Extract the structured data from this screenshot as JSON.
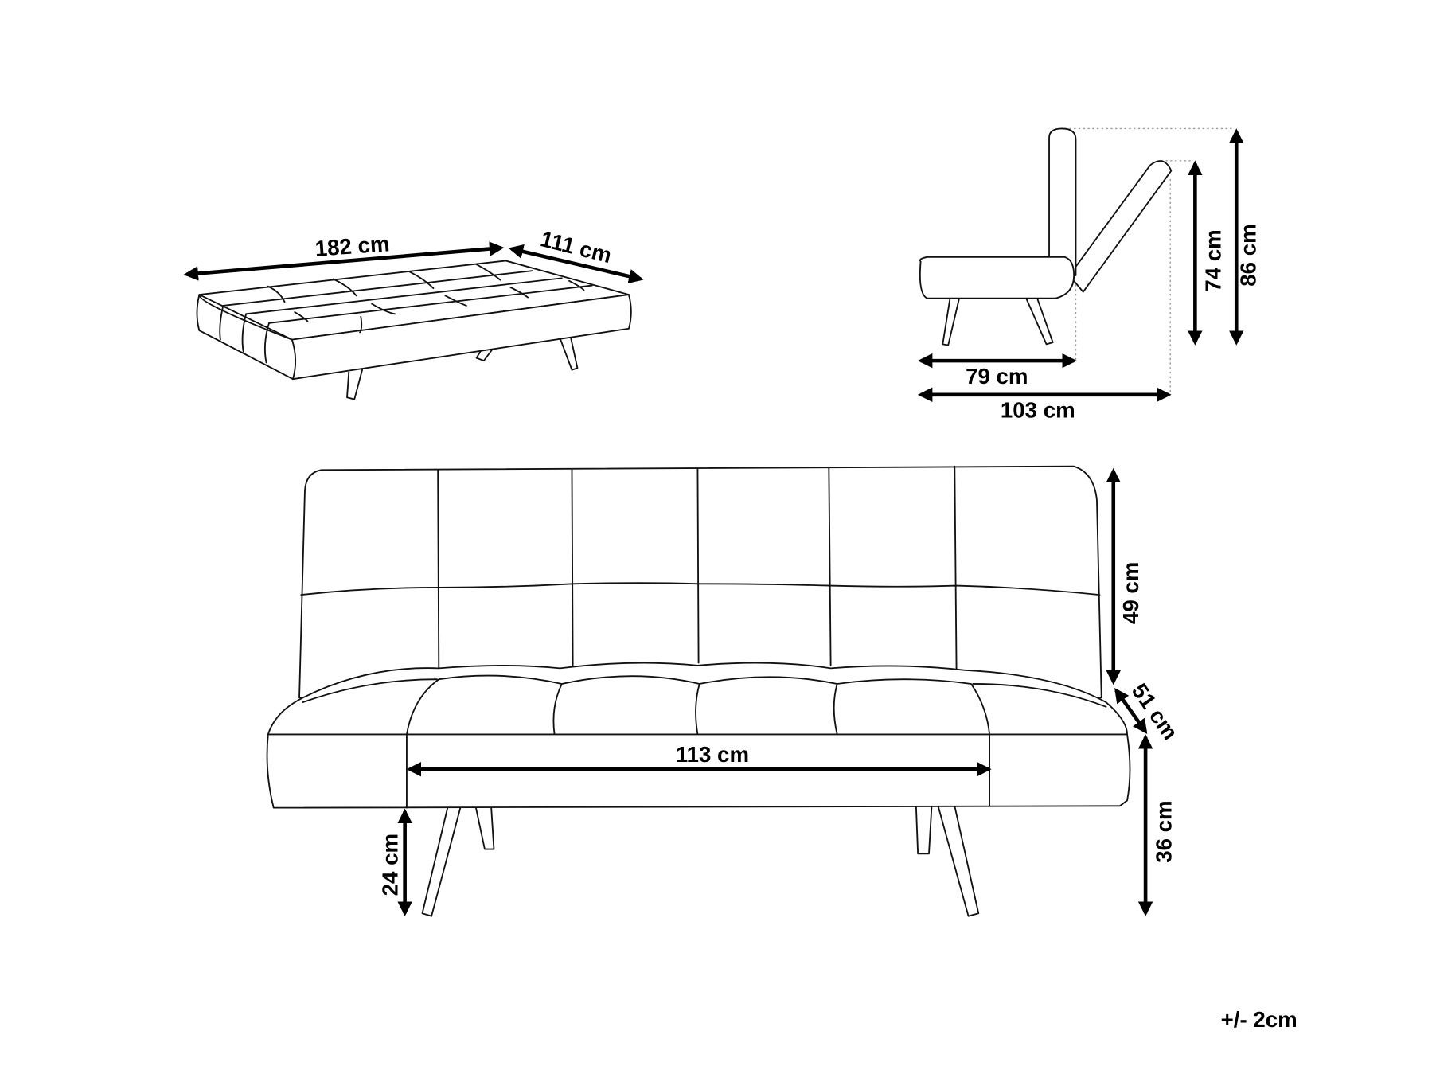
{
  "top_view": {
    "length_label": "182 cm",
    "depth_label": "111 cm"
  },
  "side_view": {
    "total_height_label": "86 cm",
    "reclined_height_label": "74 cm",
    "seat_depth_label": "79 cm",
    "reclined_depth_label": "103 cm"
  },
  "front_view": {
    "seat_width_label": "113 cm",
    "leg_height_label": "24 cm",
    "seat_height_label": "36 cm",
    "backrest_height_label": "49 cm",
    "seat_depth_label": "51 cm"
  },
  "tolerance_label": "+/- 2cm",
  "colors": {
    "line": "#111111",
    "dimension": "#000000",
    "guide": "#999999"
  }
}
